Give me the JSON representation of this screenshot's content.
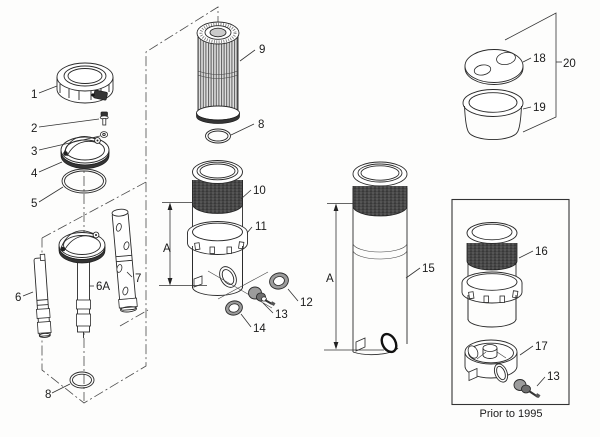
{
  "labels": {
    "p1": "1",
    "p2": "2",
    "p3": "3",
    "p4": "4",
    "p5": "5",
    "p6": "6",
    "p6a": "6A",
    "p7": "7",
    "p8_lower": "8",
    "p8_upper": "8",
    "p9": "9",
    "p10": "10",
    "p11": "11",
    "p12": "12",
    "p13_main": "13",
    "p13_inset": "13",
    "p14": "14",
    "p15": "15",
    "p16": "16",
    "p17": "17",
    "p18": "18",
    "p19": "19",
    "p20": "20",
    "dimA": "A"
  },
  "inset": {
    "caption": "Prior to 1995"
  }
}
